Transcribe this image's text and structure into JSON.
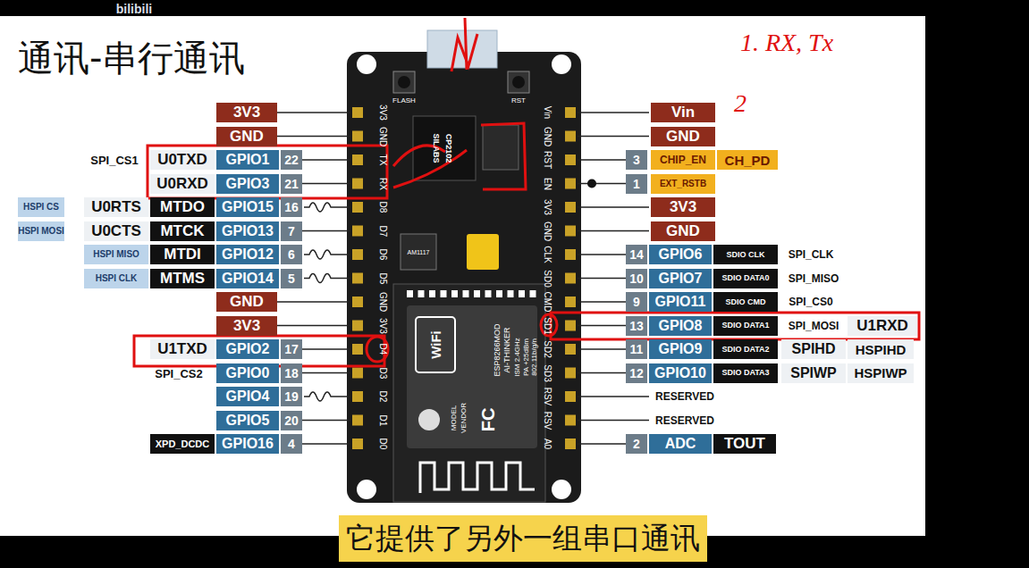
{
  "diagram": {
    "title": "通讯-串行通讯",
    "caption": "它提供了另外一组串口通讯",
    "nodes": [
      {
        "text": [
          "3V3"
        ]
      },
      {
        "text": [
          "GND"
        ]
      },
      {
        "text": [
          "U0TXD"
        ]
      },
      {
        "text": [
          "GPIO1"
        ]
      },
      {
        "text": [
          "22"
        ]
      },
      {
        "text": [
          "U0RXD"
        ]
      },
      {
        "text": [
          "GPIO3"
        ]
      },
      {
        "text": [
          "21"
        ]
      },
      {
        "text": [
          "HSPI CS"
        ]
      },
      {
        "text": [
          "U0RTS"
        ]
      },
      {
        "text": [
          "MTDO"
        ]
      },
      {
        "text": [
          "GPIO15"
        ]
      },
      {
        "text": [
          "16"
        ]
      },
      {
        "text": [
          "HSPI MOSI"
        ]
      },
      {
        "text": [
          "U0CTS"
        ]
      },
      {
        "text": [
          "MTCK"
        ]
      },
      {
        "text": [
          "GPIO13"
        ]
      },
      {
        "text": [
          "7"
        ]
      },
      {
        "text": [
          "HSPI MISO"
        ]
      },
      {
        "text": [
          "MTDI"
        ]
      },
      {
        "text": [
          "GPIO12"
        ]
      },
      {
        "text": [
          "6"
        ]
      },
      {
        "text": [
          "HSPI CLK"
        ]
      },
      {
        "text": [
          "MTMS"
        ]
      },
      {
        "text": [
          "GPIO14"
        ]
      },
      {
        "text": [
          "5"
        ]
      },
      {
        "text": [
          "GND"
        ]
      },
      {
        "text": [
          "3V3"
        ]
      },
      {
        "text": [
          "U1TXD"
        ]
      },
      {
        "text": [
          "GPIO2"
        ]
      },
      {
        "text": [
          "17"
        ]
      },
      {
        "text": [
          "GPIO0"
        ]
      },
      {
        "text": [
          "18"
        ]
      },
      {
        "text": [
          "GPIO4"
        ]
      },
      {
        "text": [
          "19"
        ]
      },
      {
        "text": [
          "GPIO5"
        ]
      },
      {
        "text": [
          "20"
        ]
      },
      {
        "text": [
          "XPD_DCDC"
        ]
      },
      {
        "text": [
          "GPIO16"
        ]
      },
      {
        "text": [
          "4"
        ]
      },
      {
        "text": [
          "Vin"
        ]
      },
      {
        "text": [
          "GND"
        ]
      },
      {
        "text": [
          "3"
        ]
      },
      {
        "text": [
          "CHIP_EN"
        ]
      },
      {
        "text": [
          "CH_PD"
        ]
      },
      {
        "text": [
          "1"
        ]
      },
      {
        "text": [
          "EXT_RSTB"
        ]
      },
      {
        "text": [
          "3V3"
        ]
      },
      {
        "text": [
          "GND"
        ]
      },
      {
        "text": [
          "14"
        ]
      },
      {
        "text": [
          "GPIO6"
        ]
      },
      {
        "text": [
          "SDIO CLK"
        ]
      },
      {
        "text": [
          "10"
        ]
      },
      {
        "text": [
          "GPIO7"
        ]
      },
      {
        "text": [
          "SDIO DATA0"
        ]
      },
      {
        "text": [
          "9"
        ]
      },
      {
        "text": [
          "GPIO11"
        ]
      },
      {
        "text": [
          "SDIO CMD"
        ]
      },
      {
        "text": [
          "13"
        ]
      },
      {
        "text": [
          "GPIO8"
        ]
      },
      {
        "text": [
          "SDIO DATA1"
        ]
      },
      {
        "text": [
          "U1RXD"
        ]
      },
      {
        "text": [
          "11"
        ]
      },
      {
        "text": [
          "GPIO9"
        ]
      },
      {
        "text": [
          "SDIO DATA2"
        ]
      },
      {
        "text": [
          "SPIHD"
        ]
      },
      {
        "text": [
          "HSPIHD"
        ]
      },
      {
        "text": [
          "12"
        ]
      },
      {
        "text": [
          "GPIO10"
        ]
      },
      {
        "text": [
          "SDIO DATA3"
        ]
      },
      {
        "text": [
          "SPIWP"
        ]
      },
      {
        "text": [
          "HSPIWP"
        ]
      },
      {
        "text": [
          "2"
        ]
      },
      {
        "text": [
          "ADC"
        ]
      },
      {
        "text": [
          "TOUT"
        ]
      }
    ],
    "labels": [
      "bilibili",
      "SPI_CS1",
      "SPI_CS2",
      "3V3",
      "GND",
      "TX",
      "RX",
      "D8",
      "D7",
      "D6",
      "D5",
      "GND",
      "3V3",
      "D4",
      "D3",
      "D2",
      "D1",
      "D0",
      "Vin",
      "GND",
      "RST",
      "EN",
      "3V3",
      "GND",
      "CLK",
      "SD0",
      "CMD",
      "SD1",
      "SD2",
      "SD3",
      "RSV",
      "RSV",
      "A0",
      "SPI_CLK",
      "SPI_MISO",
      "SPI_CS0",
      "SPI_MOSI",
      "RESERVED",
      "RESERVED",
      "FLASH",
      "RST",
      "SILABS",
      "CP2102",
      "AM1117",
      "ESP8266MOD",
      "AI-THINKER",
      "ISM 2.4GHz",
      "PA +25dBm",
      "802.11b/g/n",
      "MODEL",
      "VENDOR",
      "FC",
      "WiFi",
      "1. RX, Tx",
      "2"
    ]
  }
}
